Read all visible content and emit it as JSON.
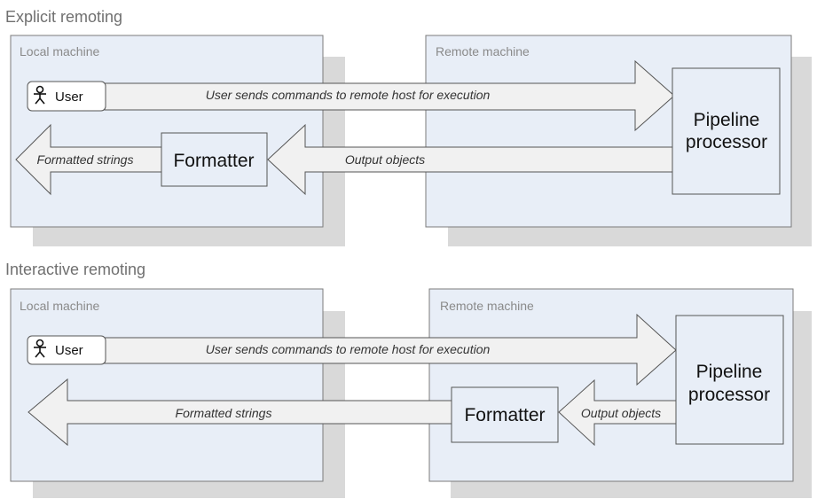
{
  "sections": [
    {
      "title": "Explicit remoting",
      "local_label": "Local machine",
      "remote_label": "Remote machine",
      "user_label": "User",
      "command_label": "User sends commands to remote host for execution",
      "formatter_label": "Formatter",
      "output_label": "Output objects",
      "strings_label": "Formatted strings",
      "pipeline_line1": "Pipeline",
      "pipeline_line2": "processor"
    },
    {
      "title": "Interactive remoting",
      "local_label": "Local machine",
      "remote_label": "Remote machine",
      "user_label": "User",
      "command_label": "User sends commands to remote host for execution",
      "formatter_label": "Formatter",
      "output_label": "Output objects",
      "strings_label": "Formatted strings",
      "pipeline_line1": "Pipeline",
      "pipeline_line2": "processor"
    }
  ],
  "icons": {
    "user": "person-icon"
  },
  "colors": {
    "machine_fill": "#e8eef7",
    "shadow": "#d9d9d9",
    "arrow_fill": "#f1f1f1"
  }
}
